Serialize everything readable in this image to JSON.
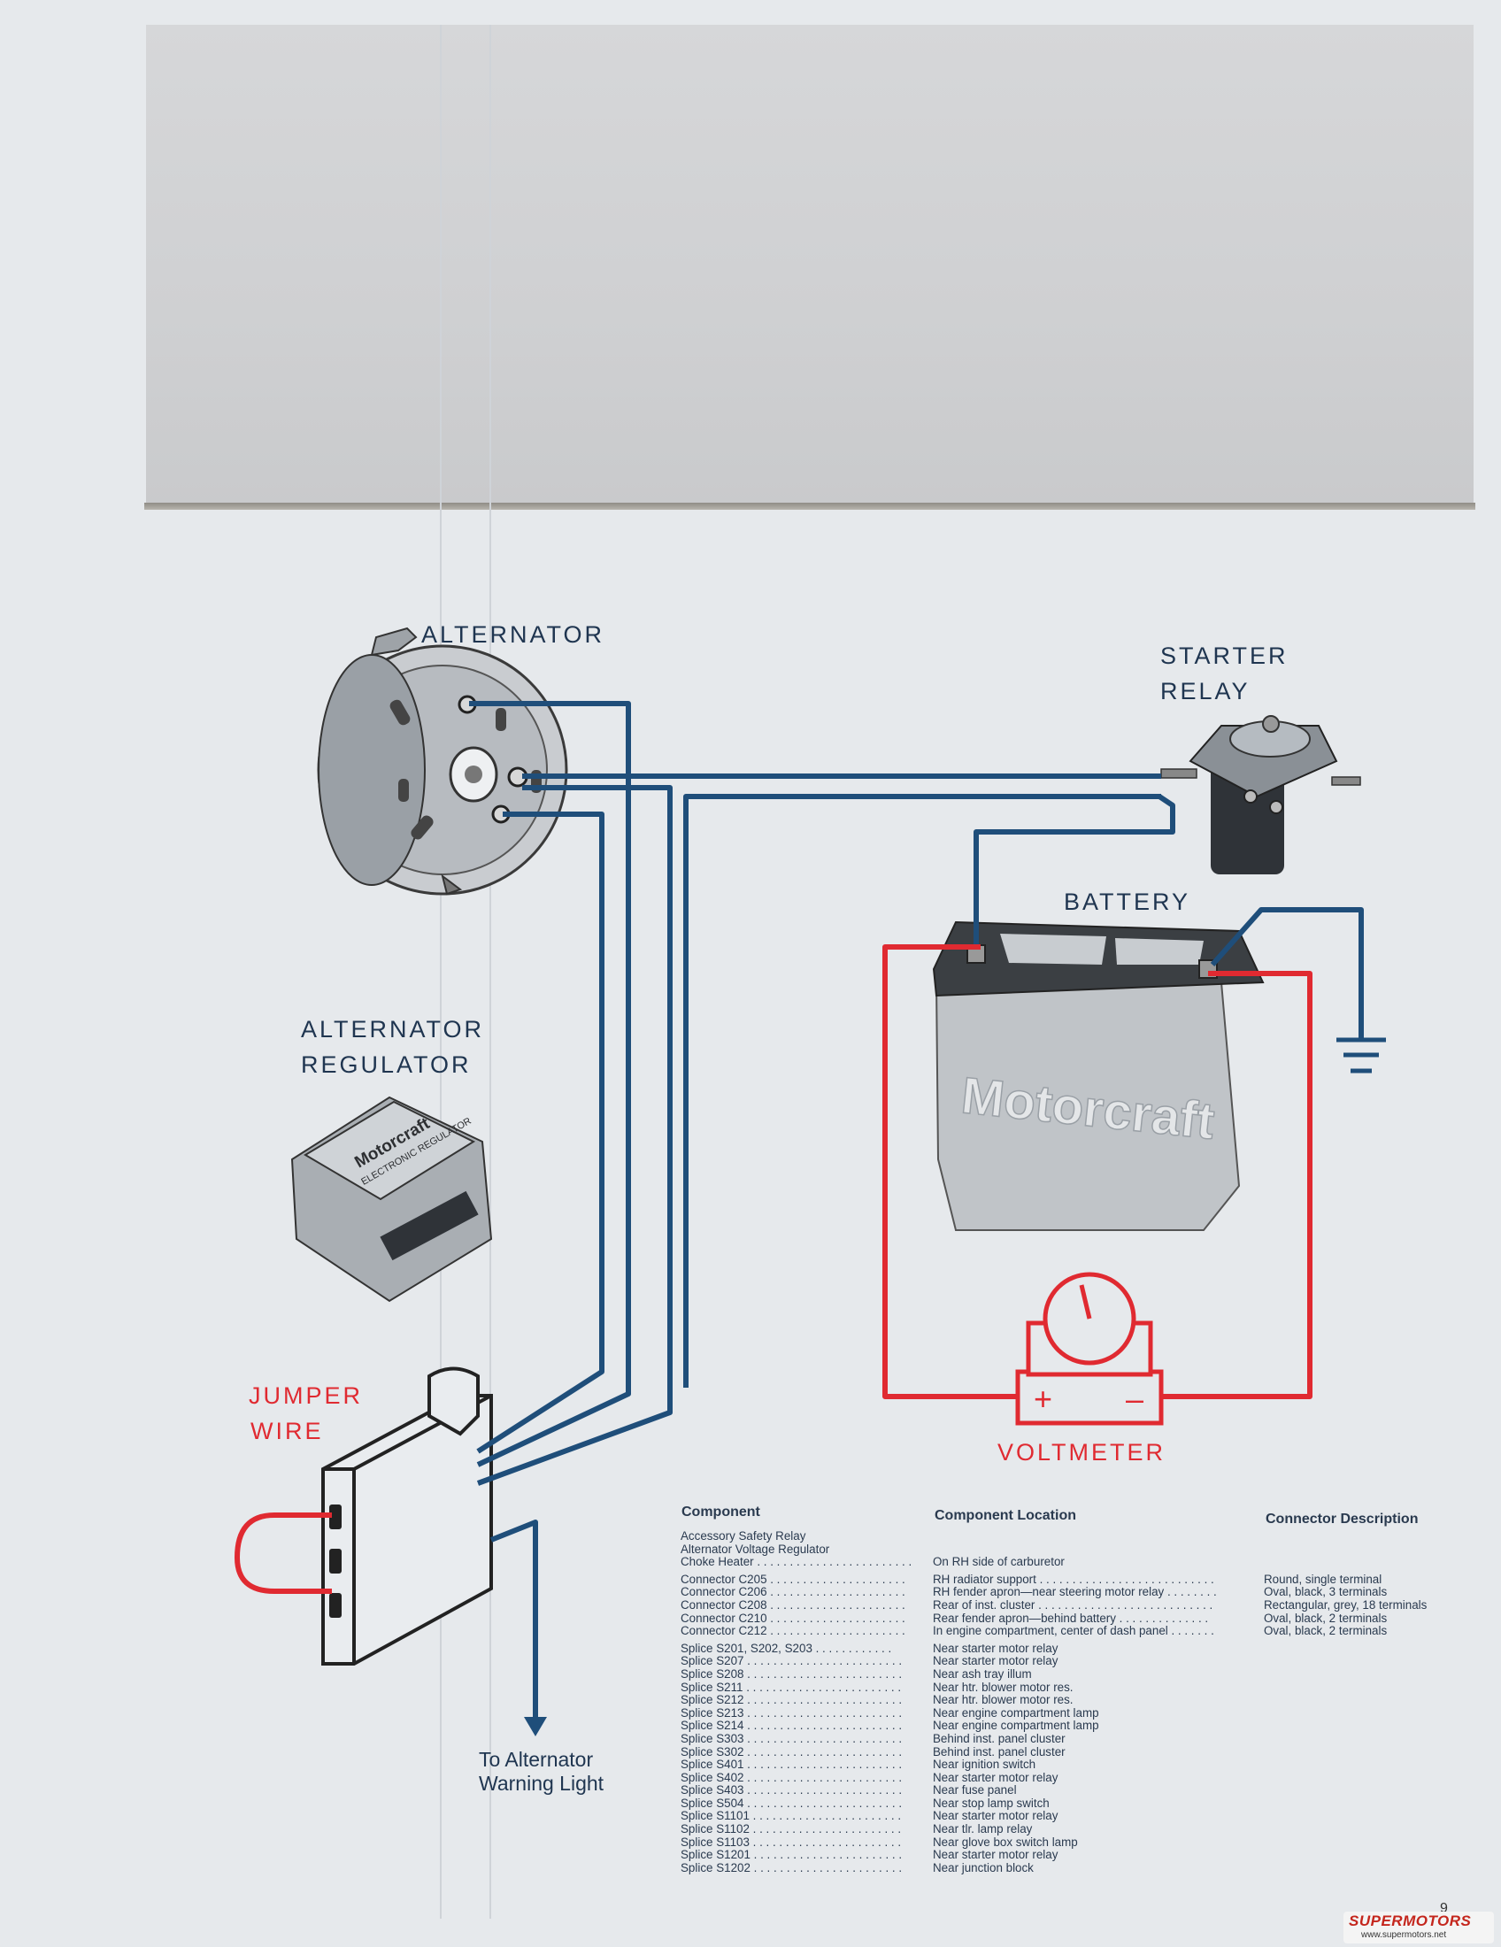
{
  "labels": {
    "alternator": "ALTERNATOR",
    "starter_relay_1": "STARTER",
    "starter_relay_2": "RELAY",
    "battery": "BATTERY",
    "regulator_1": "ALTERNATOR",
    "regulator_2": "REGULATOR",
    "jumper_1": "JUMPER",
    "jumper_2": "WIRE",
    "voltmeter": "VOLTMETER",
    "warning_1": "To Alternator",
    "warning_2": "Warning Light",
    "plus": "+",
    "minus": "–"
  },
  "product_text": {
    "battery_brand": "Motorcraft",
    "regulator_brand": "Motorcraft",
    "regulator_sub": "ELECTRONIC REGULATOR"
  },
  "table": {
    "headers": [
      "Component",
      "Component Location",
      "Connector Description"
    ],
    "components": [
      "Accessory Safety Relay",
      "Alternator Voltage Regulator",
      "Choke Heater . . . . . . . . . . . . . . . . . . . . . . . .",
      "Connector C205 . . . . . . . . . . . . . . . . . . . . .",
      "Connector C206 . . . . . . . . . . . . . . . . . . . . .",
      "Connector C208 . . . . . . . . . . . . . . . . . . . . .",
      "Connector C210 . . . . . . . . . . . . . . . . . . . . .",
      "Connector C212 . . . . . . . . . . . . . . . . . . . . .",
      "Splice S201, S202, S203 . . . . . . . . . . . .",
      "Splice S207 . . . . . . . . . . . . . . . . . . . . . . . .",
      "Splice S208 . . . . . . . . . . . . . . . . . . . . . . . .",
      "Splice S211 . . . . . . . . . . . . . . . . . . . . . . . .",
      "Splice S212 . . . . . . . . . . . . . . . . . . . . . . . .",
      "Splice S213 . . . . . . . . . . . . . . . . . . . . . . . .",
      "Splice S214 . . . . . . . . . . . . . . . . . . . . . . . .",
      "Splice S303 . . . . . . . . . . . . . . . . . . . . . . . .",
      "Splice S302 . . . . . . . . . . . . . . . . . . . . . . . .",
      "Splice S401 . . . . . . . . . . . . . . . . . . . . . . . .",
      "Splice S402 . . . . . . . . . . . . . . . . . . . . . . . .",
      "Splice S403 . . . . . . . . . . . . . . . . . . . . . . . .",
      "Splice S504 . . . . . . . . . . . . . . . . . . . . . . . .",
      "Splice S1101 . . . . . . . . . . . . . . . . . . . . . . .",
      "Splice S1102 . . . . . . . . . . . . . . . . . . . . . . .",
      "Splice S1103 . . . . . . . . . . . . . . . . . . . . . . .",
      "Splice S1201 . . . . . . . . . . . . . . . . . . . . . . .",
      "Splice S1202 . . . . . . . . . . . . . . . . . . . . . . ."
    ],
    "locations": [
      "",
      "",
      "On RH side of carburetor",
      "RH radiator support . . . . . . . . . . . . . . . . . . . . . . . . . . .",
      "RH fender apron—near steering motor relay . . . . . . . .",
      "Rear of inst. cluster . . . . . . . . . . . . . . . . . . . . . . . . . . .",
      "Rear fender apron—behind battery . . . . . . . . . . . . . .",
      "In engine compartment, center of dash panel . . . . . . .",
      "Near starter motor relay",
      "Near starter motor relay",
      "Near ash tray illum",
      "Near htr. blower motor res.",
      "Near htr. blower motor res.",
      "Near engine compartment lamp",
      "Near engine compartment lamp",
      "Behind inst. panel cluster",
      "Behind inst. panel cluster",
      "Near ignition switch",
      "Near starter motor relay",
      "Near fuse panel",
      "Near stop lamp switch",
      "Near starter motor relay",
      "Near tlr. lamp relay",
      "Near glove box switch lamp",
      "Near starter motor relay",
      "Near junction block"
    ],
    "connectors": [
      "",
      "",
      "",
      "Round, single terminal",
      "Oval, black, 3 terminals",
      "Rectangular, grey, 18 terminals",
      "Oval, black, 2 terminals",
      "Oval, black, 2 terminals"
    ]
  },
  "page_number": "9",
  "watermark": {
    "brand": "SUPERMOTORS",
    "url": "www.supermotors.net"
  },
  "colors": {
    "wire_blue": "#1f4e7a",
    "wire_red": "#e02a31",
    "paper": "#e6e9ec"
  }
}
